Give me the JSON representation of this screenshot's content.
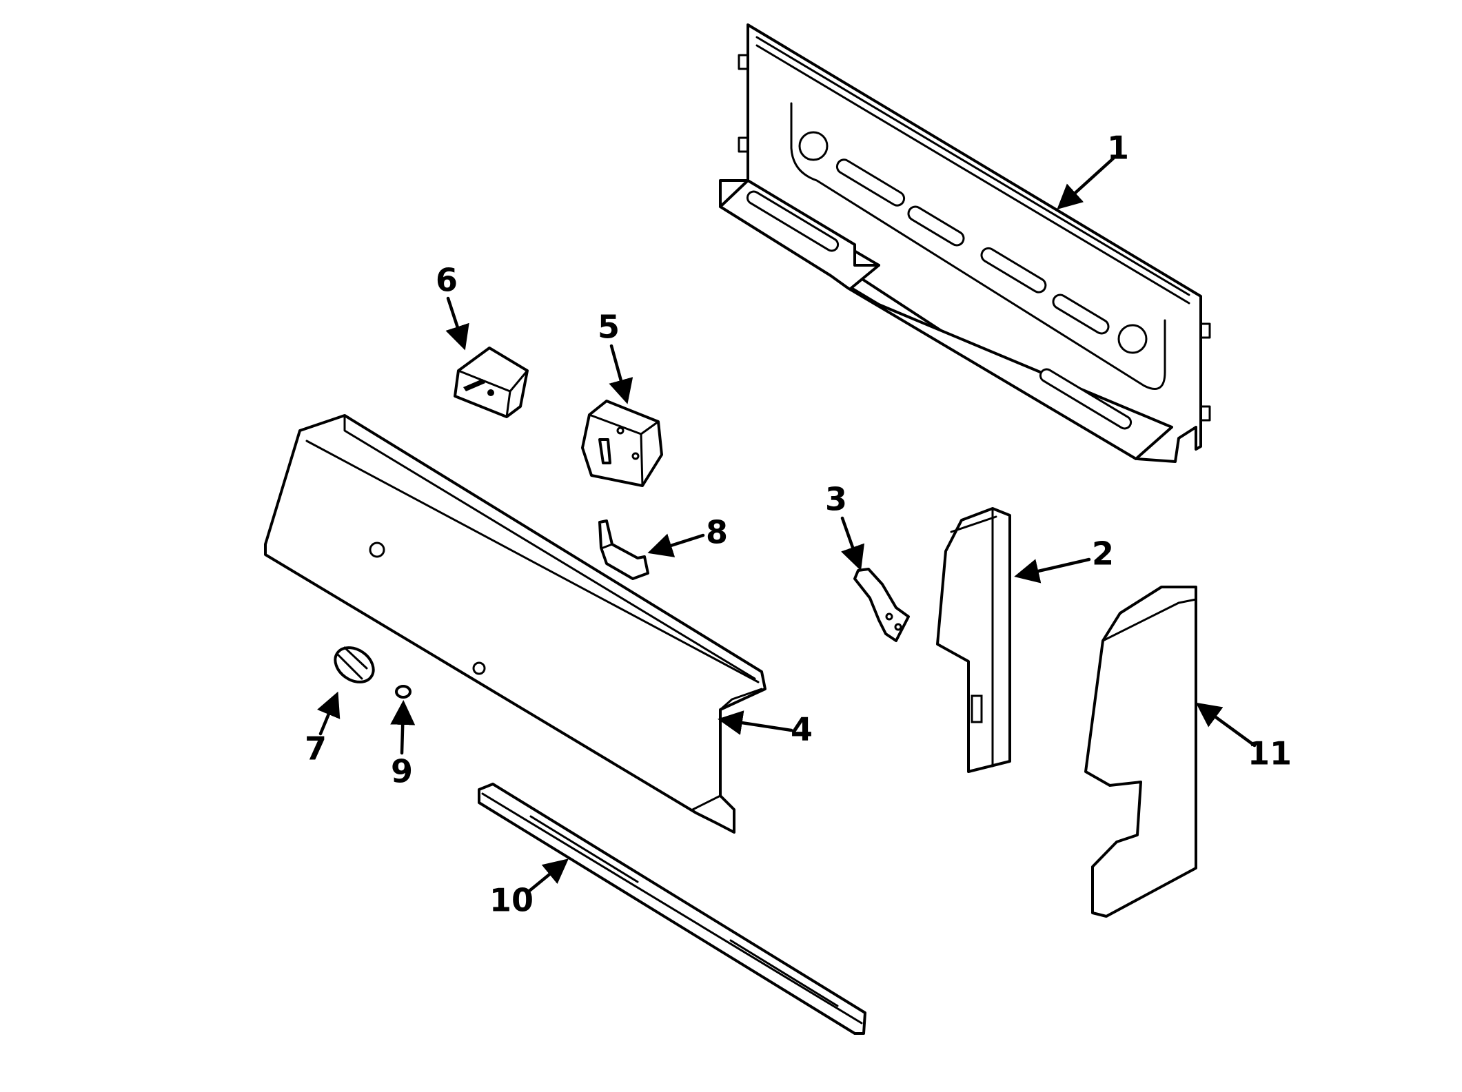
{
  "diagram": {
    "type": "exploded-parts",
    "callouts": [
      {
        "id": "1",
        "label": "1"
      },
      {
        "id": "2",
        "label": "2"
      },
      {
        "id": "3",
        "label": "3"
      },
      {
        "id": "4",
        "label": "4"
      },
      {
        "id": "5",
        "label": "5"
      },
      {
        "id": "6",
        "label": "6"
      },
      {
        "id": "7",
        "label": "7"
      },
      {
        "id": "8",
        "label": "8"
      },
      {
        "id": "9",
        "label": "9"
      },
      {
        "id": "10",
        "label": "10"
      },
      {
        "id": "11",
        "label": "11"
      }
    ]
  },
  "colors": {
    "line": "#000000",
    "background": "#ffffff"
  }
}
